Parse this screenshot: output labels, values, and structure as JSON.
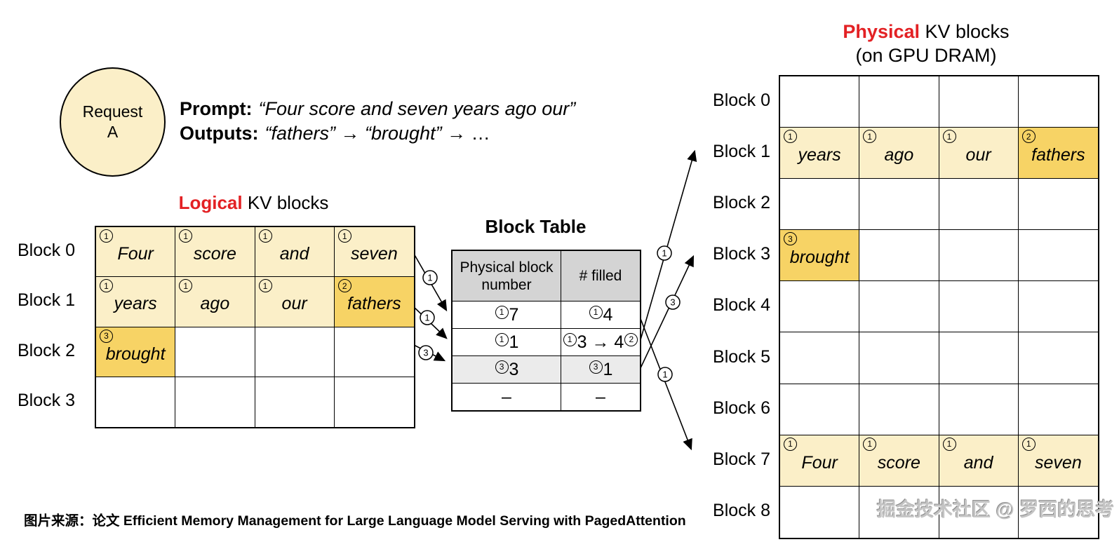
{
  "request_node": {
    "line1": "Request",
    "line2": "A"
  },
  "prompt_panel": {
    "prompt_label": "Prompt:",
    "prompt_value": "“Four score and seven years ago our”",
    "outputs_label": "Outputs:",
    "outputs_parts": {
      "p1": "“fathers”",
      "sep1": " → ",
      "p2": "“brought”",
      "sep2": " → …"
    }
  },
  "logical": {
    "title_accent": "Logical",
    "title_rest": " KV blocks",
    "row_labels": [
      "Block 0",
      "Block 1",
      "Block 2",
      "Block 3"
    ],
    "grid": [
      [
        {
          "badge": "1",
          "word": "Four",
          "fill": "cream"
        },
        {
          "badge": "1",
          "word": "score",
          "fill": "cream"
        },
        {
          "badge": "1",
          "word": "and",
          "fill": "cream"
        },
        {
          "badge": "1",
          "word": "seven",
          "fill": "cream"
        }
      ],
      [
        {
          "badge": "1",
          "word": "years",
          "fill": "cream"
        },
        {
          "badge": "1",
          "word": "ago",
          "fill": "cream"
        },
        {
          "badge": "1",
          "word": "our",
          "fill": "cream"
        },
        {
          "badge": "2",
          "word": "fathers",
          "fill": "gold"
        }
      ],
      [
        {
          "badge": "3",
          "word": "brought",
          "fill": "gold"
        },
        {},
        {},
        {}
      ],
      [
        {},
        {},
        {},
        {}
      ]
    ]
  },
  "block_table": {
    "title": "Block Table",
    "col_headers": [
      "Physical block number",
      "# filled"
    ],
    "rows": [
      {
        "fill": "white",
        "cells": [
          {
            "pre": "1",
            "text": "7"
          },
          {
            "pre": "1",
            "text": "4"
          }
        ]
      },
      {
        "fill": "white",
        "cells": [
          {
            "pre": "1",
            "text": "1"
          },
          {
            "pre": "1",
            "text": "3 → 4",
            "post": "2"
          }
        ]
      },
      {
        "fill": "gray",
        "cells": [
          {
            "pre": "3",
            "text": "3"
          },
          {
            "pre": "3",
            "text": "1"
          }
        ]
      },
      {
        "fill": "white",
        "cells": [
          {
            "text": "–"
          },
          {
            "text": "–"
          }
        ]
      }
    ]
  },
  "physical": {
    "title_accent": "Physical",
    "title_rest": " KV blocks",
    "subtitle": "(on GPU DRAM)",
    "row_labels": [
      "Block 0",
      "Block 1",
      "Block 2",
      "Block 3",
      "Block 4",
      "Block 5",
      "Block 6",
      "Block 7",
      "Block 8"
    ],
    "filled_rows": {
      "1": [
        {
          "badge": "1",
          "word": "years",
          "fill": "cream"
        },
        {
          "badge": "1",
          "word": "ago",
          "fill": "cream"
        },
        {
          "badge": "1",
          "word": "our",
          "fill": "cream"
        },
        {
          "badge": "2",
          "word": "fathers",
          "fill": "gold"
        }
      ],
      "3": [
        {
          "badge": "3",
          "word": "brought",
          "fill": "gold"
        },
        {},
        {},
        {}
      ],
      "7": [
        {
          "badge": "1",
          "word": "Four",
          "fill": "cream"
        },
        {
          "badge": "1",
          "word": "score",
          "fill": "cream"
        },
        {
          "badge": "1",
          "word": "and",
          "fill": "cream"
        },
        {
          "badge": "1",
          "word": "seven",
          "fill": "cream"
        }
      ]
    }
  },
  "arrows": [
    {
      "id": "logical-to-bt-row0",
      "label": "1"
    },
    {
      "id": "logical-to-bt-row1",
      "label": "1"
    },
    {
      "id": "logical-to-bt-row2",
      "label": "3"
    },
    {
      "id": "bt-row0-to-phys-block7",
      "label": "1"
    },
    {
      "id": "bt-row1-to-phys-block1",
      "label": "1"
    },
    {
      "id": "bt-row2-to-phys-block3",
      "label": "3"
    }
  ],
  "caption": "图片来源：论文 Efficient Memory Management for Large Language Model Serving with PagedAttention",
  "watermark": "掘金技术社区 @ 罗西的思考",
  "colors": {
    "accent_red": "#e32124",
    "cream": "#fbefc8",
    "gold": "#f7d365",
    "header_gray": "#d4d4d4",
    "row_gray": "#ebebeb"
  }
}
